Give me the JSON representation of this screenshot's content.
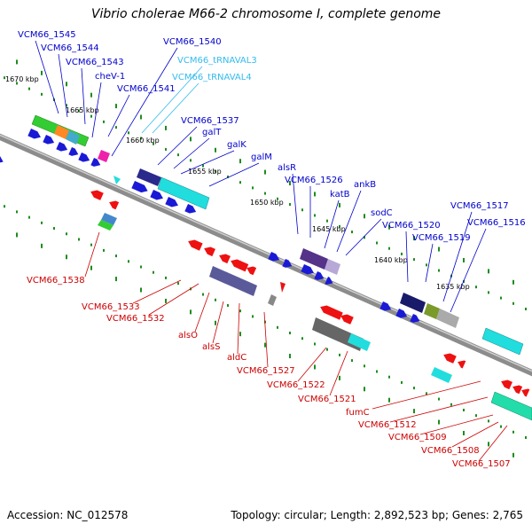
{
  "title": "Vibrio cholerae M66-2 chromosome I, complete genome",
  "footer": {
    "accession": "Accession: NC_012578",
    "stats": "Topology: circular; Length: 2,892,523 bp; Genes: 2,765"
  },
  "colors": {
    "backbone": "#8c8c8c",
    "forward_label": "#0000cc",
    "rna_label": "#33bbee",
    "reverse_label": "#cc0000",
    "forward_gene": "#1a1ad6",
    "reverse_gene": "#ee1111",
    "cds_teal": "#22dddd",
    "tick": "#1e8c1e"
  },
  "scale_ticks": [
    "1670 kbp",
    "1665 kbp",
    "1660 kbp",
    "1655 kbp",
    "1650 kbp",
    "1645 kbp",
    "1640 kbp",
    "1635 kbp"
  ],
  "forward_labels": [
    "VCM66_1545",
    "VCM66_1544",
    "VCM66_1543",
    "cheV-1",
    "VCM66_1541",
    "VCM66_1540",
    "VCM66_1537",
    "galT",
    "galK",
    "galM",
    "alsR",
    "VCM66_1526",
    "katB",
    "ankB",
    "sodC",
    "VCM66_1520",
    "VCM66_1519",
    "VCM66_1517",
    "VCM66_1516"
  ],
  "rna_labels": [
    "VCM66_tRNAVAL3",
    "VCM66_tRNAVAL4"
  ],
  "reverse_labels": [
    "VCM66_1538",
    "VCM66_1533",
    "VCM66_1532",
    "alsO",
    "alsS",
    "aldC",
    "VCM66_1527",
    "VCM66_1522",
    "VCM66_1521",
    "fumC",
    "VCM66_1512",
    "VCM66_1509",
    "VCM66_1508",
    "VCM66_1507"
  ]
}
